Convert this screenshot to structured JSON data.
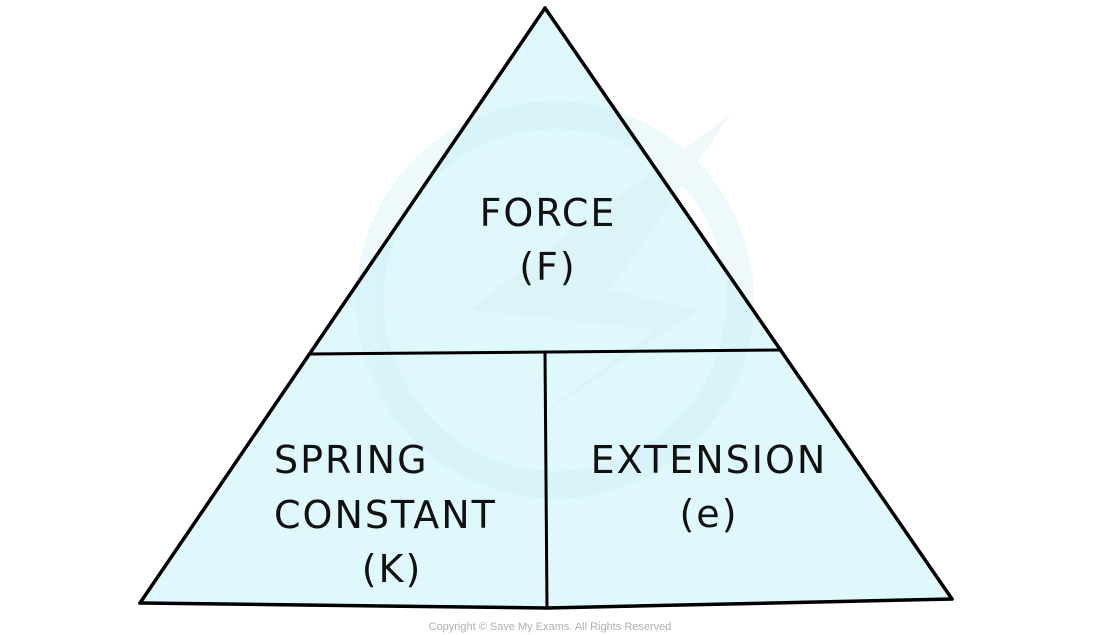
{
  "diagram": {
    "title": "Force / Spring Constant / Extension formula triangle",
    "fill_color": "#dff8fc",
    "line_color": "#000000",
    "sections": {
      "top": {
        "lines": [
          "FORCE",
          "(F)"
        ]
      },
      "bottom_left": {
        "lines": [
          "SPRING",
          "CONSTANT",
          "(K)"
        ]
      },
      "bottom_right": {
        "lines": [
          "EXTENSION",
          "(e)"
        ]
      }
    }
  },
  "footer": {
    "copyright": "Copyright © Save My Exams. All Rights Reserved"
  }
}
